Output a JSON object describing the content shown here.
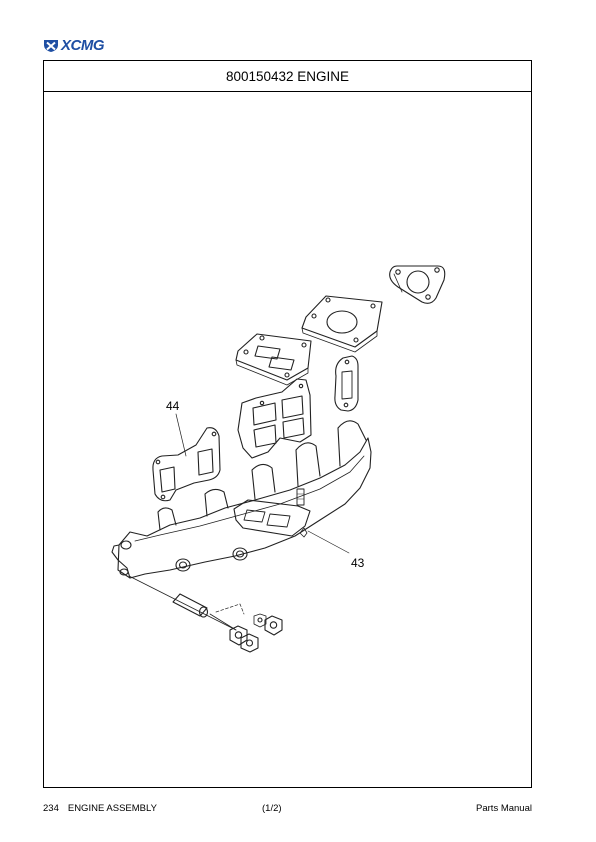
{
  "brand": {
    "name": "XCMG",
    "logo_icon": "xcmg-shield-logo-icon",
    "color": "#1f4fa3"
  },
  "title": "800150432 ENGINE",
  "diagram": {
    "callouts": [
      {
        "label": "44"
      },
      {
        "label": "43"
      }
    ]
  },
  "footer": {
    "page_number": "234",
    "section": "ENGINE ASSEMBLY",
    "sheet": "(1/2)",
    "manual": "Parts Manual"
  }
}
